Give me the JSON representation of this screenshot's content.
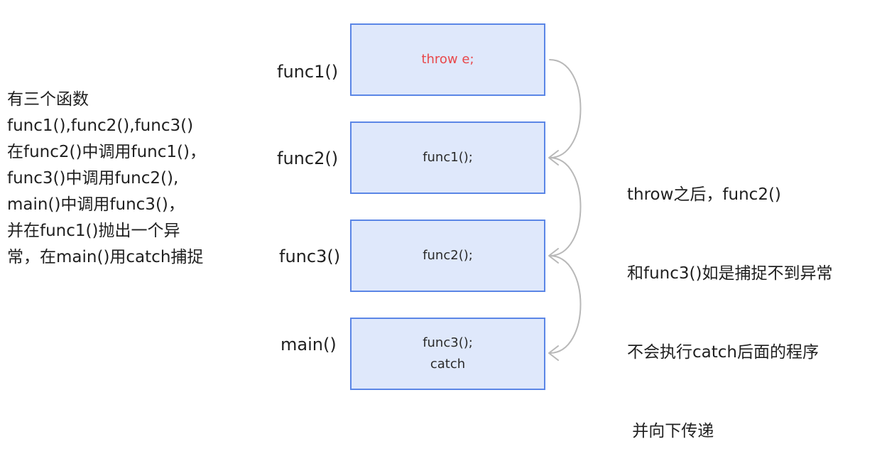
{
  "left_note": {
    "lines": [
      "有三个函数",
      "func1(),func2(),func3()",
      "在func2()中调用func1()，",
      "func3()中调用func2(),",
      "main()中调用func3()，",
      "并在func1()抛出一个异",
      "常，在main()用catch捕捉"
    ]
  },
  "right_note": {
    "lines": [
      "throw之后，func2()",
      "和func3()如是捕捉不到异常",
      "不会执行catch后面的程序",
      " 并向下传递"
    ]
  },
  "stack": [
    {
      "label": "func1()",
      "lines": [
        "throw e;"
      ]
    },
    {
      "label": "func2()",
      "lines": [
        "func1();"
      ]
    },
    {
      "label": "func3()",
      "lines": [
        "func2();"
      ]
    },
    {
      "label": "main()",
      "lines": [
        "func3();",
        "catch"
      ]
    }
  ],
  "colors": {
    "box_fill": "#dfe8fb",
    "box_border": "#5b86e6",
    "throw_text": "#e8474b",
    "arrow": "#b8b8b8"
  }
}
